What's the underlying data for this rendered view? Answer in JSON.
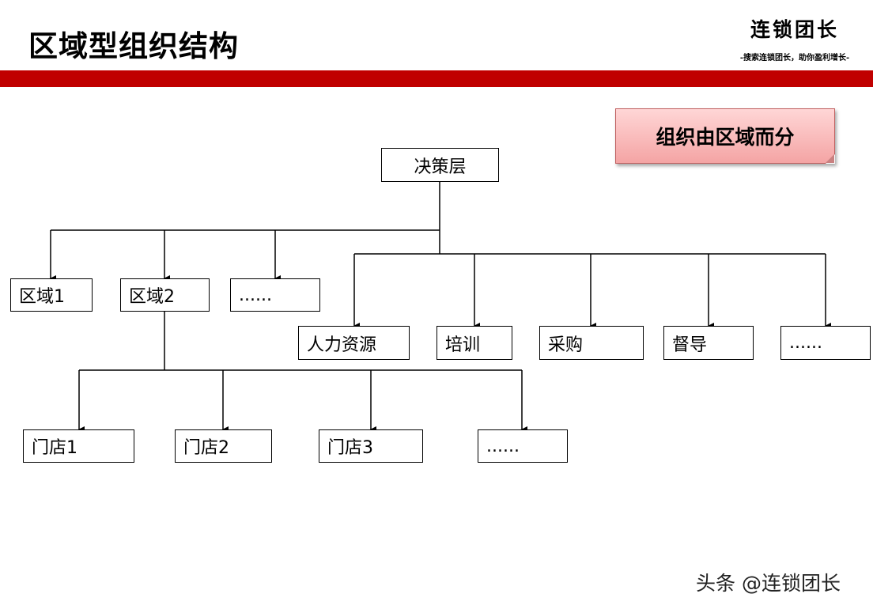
{
  "title": "区域型组织结构",
  "brand": {
    "name": "连锁团长",
    "slogan": "-搜索连锁团长，助你盈利增长-"
  },
  "tag": {
    "label": "组织由区域而分"
  },
  "org_chart": {
    "root": "决策层",
    "regions": [
      "区域1",
      "区域2",
      "......"
    ],
    "departments": [
      "人力资源",
      "培训",
      "采购",
      "督导",
      "......"
    ],
    "stores": [
      "门店1",
      "门店2",
      "门店3",
      "......"
    ]
  },
  "watermark": "头条 @连锁团长",
  "colors": {
    "accent_bar": "#c00000",
    "tag_fill_top": "#ffd6d6",
    "tag_fill_bottom": "#f4a4a4"
  }
}
